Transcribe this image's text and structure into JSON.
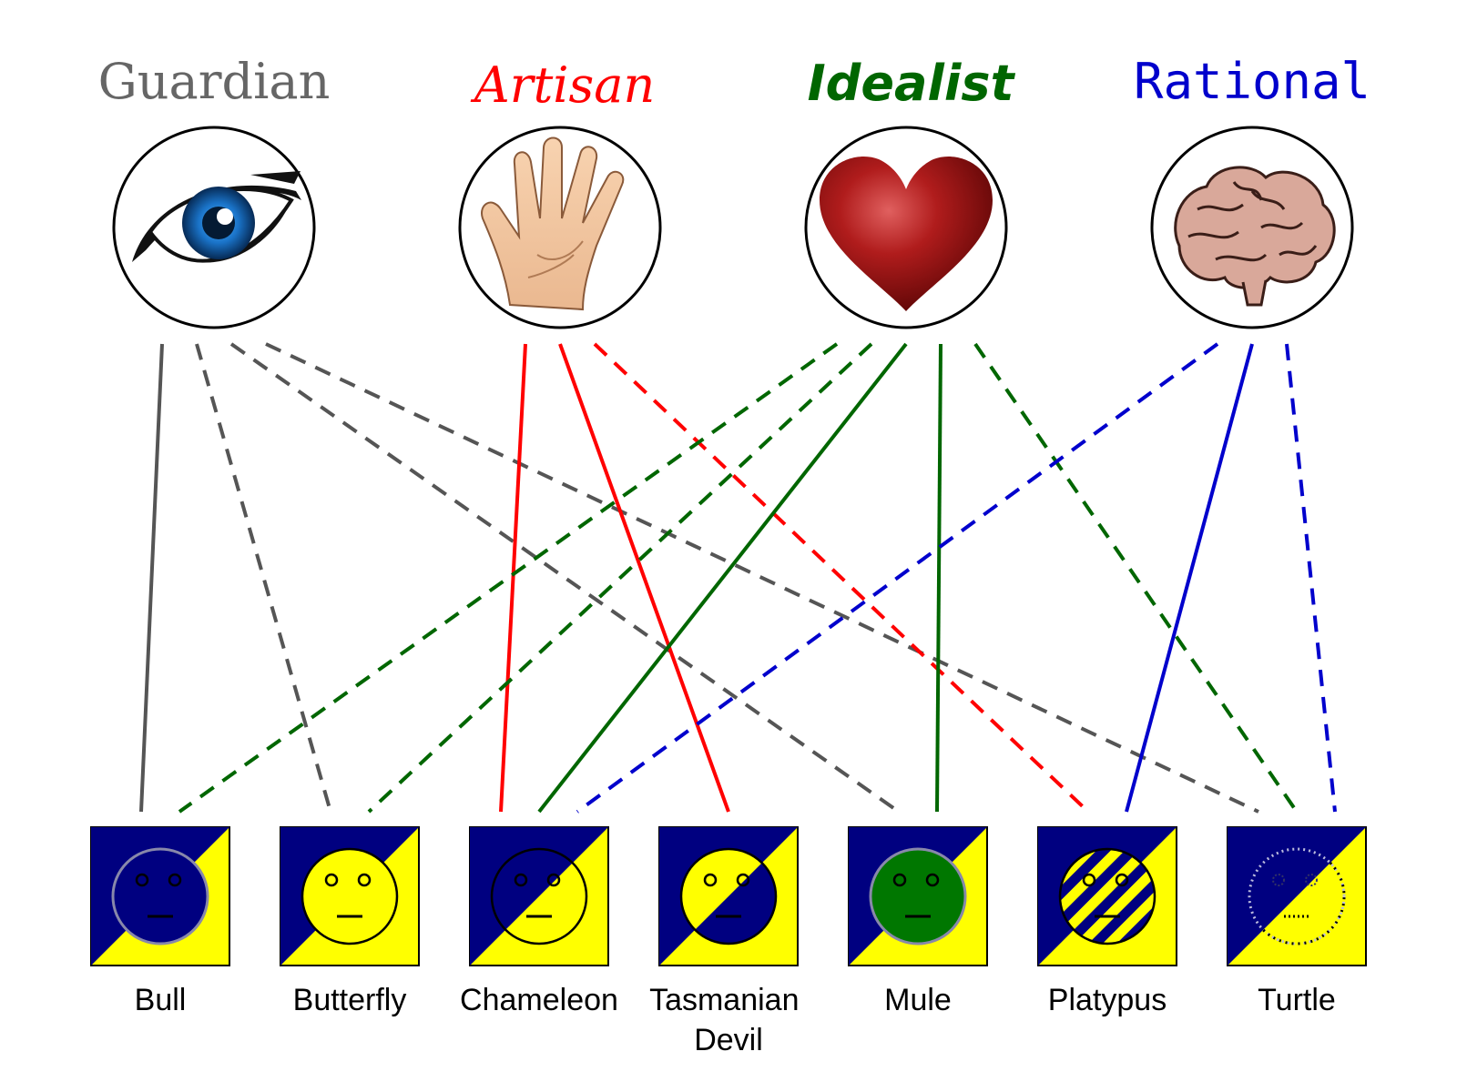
{
  "temperaments": [
    {
      "id": "guardian",
      "label": "Guardian",
      "icon": "eye-icon",
      "color": "#555555"
    },
    {
      "id": "artisan",
      "label": "Artisan",
      "icon": "hand-icon",
      "color": "#ff0000"
    },
    {
      "id": "idealist",
      "label": "Idealist",
      "icon": "heart-icon",
      "color": "#006600"
    },
    {
      "id": "rational",
      "label": "Rational",
      "icon": "brain-icon",
      "color": "#0000cc"
    }
  ],
  "animals": [
    {
      "id": "bull",
      "label": "Bull",
      "face": "navy"
    },
    {
      "id": "butterfly",
      "label": "Butterfly",
      "face": "yellow"
    },
    {
      "id": "chameleon",
      "label": "Chameleon",
      "face": "split-navy-yellow"
    },
    {
      "id": "tasmanian-devil",
      "label": "Tasmanian Devil",
      "face": "split-yellow-navy"
    },
    {
      "id": "mule",
      "label": "Mule",
      "face": "green"
    },
    {
      "id": "platypus",
      "label": "Platypus",
      "face": "striped"
    },
    {
      "id": "turtle",
      "label": "Turtle",
      "face": "dotted"
    }
  ],
  "connections": [
    {
      "from": "guardian",
      "to": "bull",
      "style": "solid"
    },
    {
      "from": "guardian",
      "to": "butterfly",
      "style": "dashed"
    },
    {
      "from": "guardian",
      "to": "mule",
      "style": "dashed"
    },
    {
      "from": "guardian",
      "to": "turtle",
      "style": "dashed"
    },
    {
      "from": "artisan",
      "to": "chameleon",
      "style": "solid"
    },
    {
      "from": "artisan",
      "to": "tasmanian-devil",
      "style": "solid"
    },
    {
      "from": "artisan",
      "to": "platypus",
      "style": "dashed"
    },
    {
      "from": "idealist",
      "to": "bull",
      "style": "dashed"
    },
    {
      "from": "idealist",
      "to": "butterfly",
      "style": "dashed"
    },
    {
      "from": "idealist",
      "to": "chameleon",
      "style": "solid"
    },
    {
      "from": "idealist",
      "to": "mule",
      "style": "solid"
    },
    {
      "from": "idealist",
      "to": "turtle",
      "style": "dashed"
    },
    {
      "from": "rational",
      "to": "chameleon",
      "style": "dashed"
    },
    {
      "from": "rational",
      "to": "platypus",
      "style": "solid"
    },
    {
      "from": "rational",
      "to": "turtle",
      "style": "dashed"
    }
  ],
  "colors": {
    "navy": "#000080",
    "yellow": "#ffff00",
    "green": "#006600"
  }
}
